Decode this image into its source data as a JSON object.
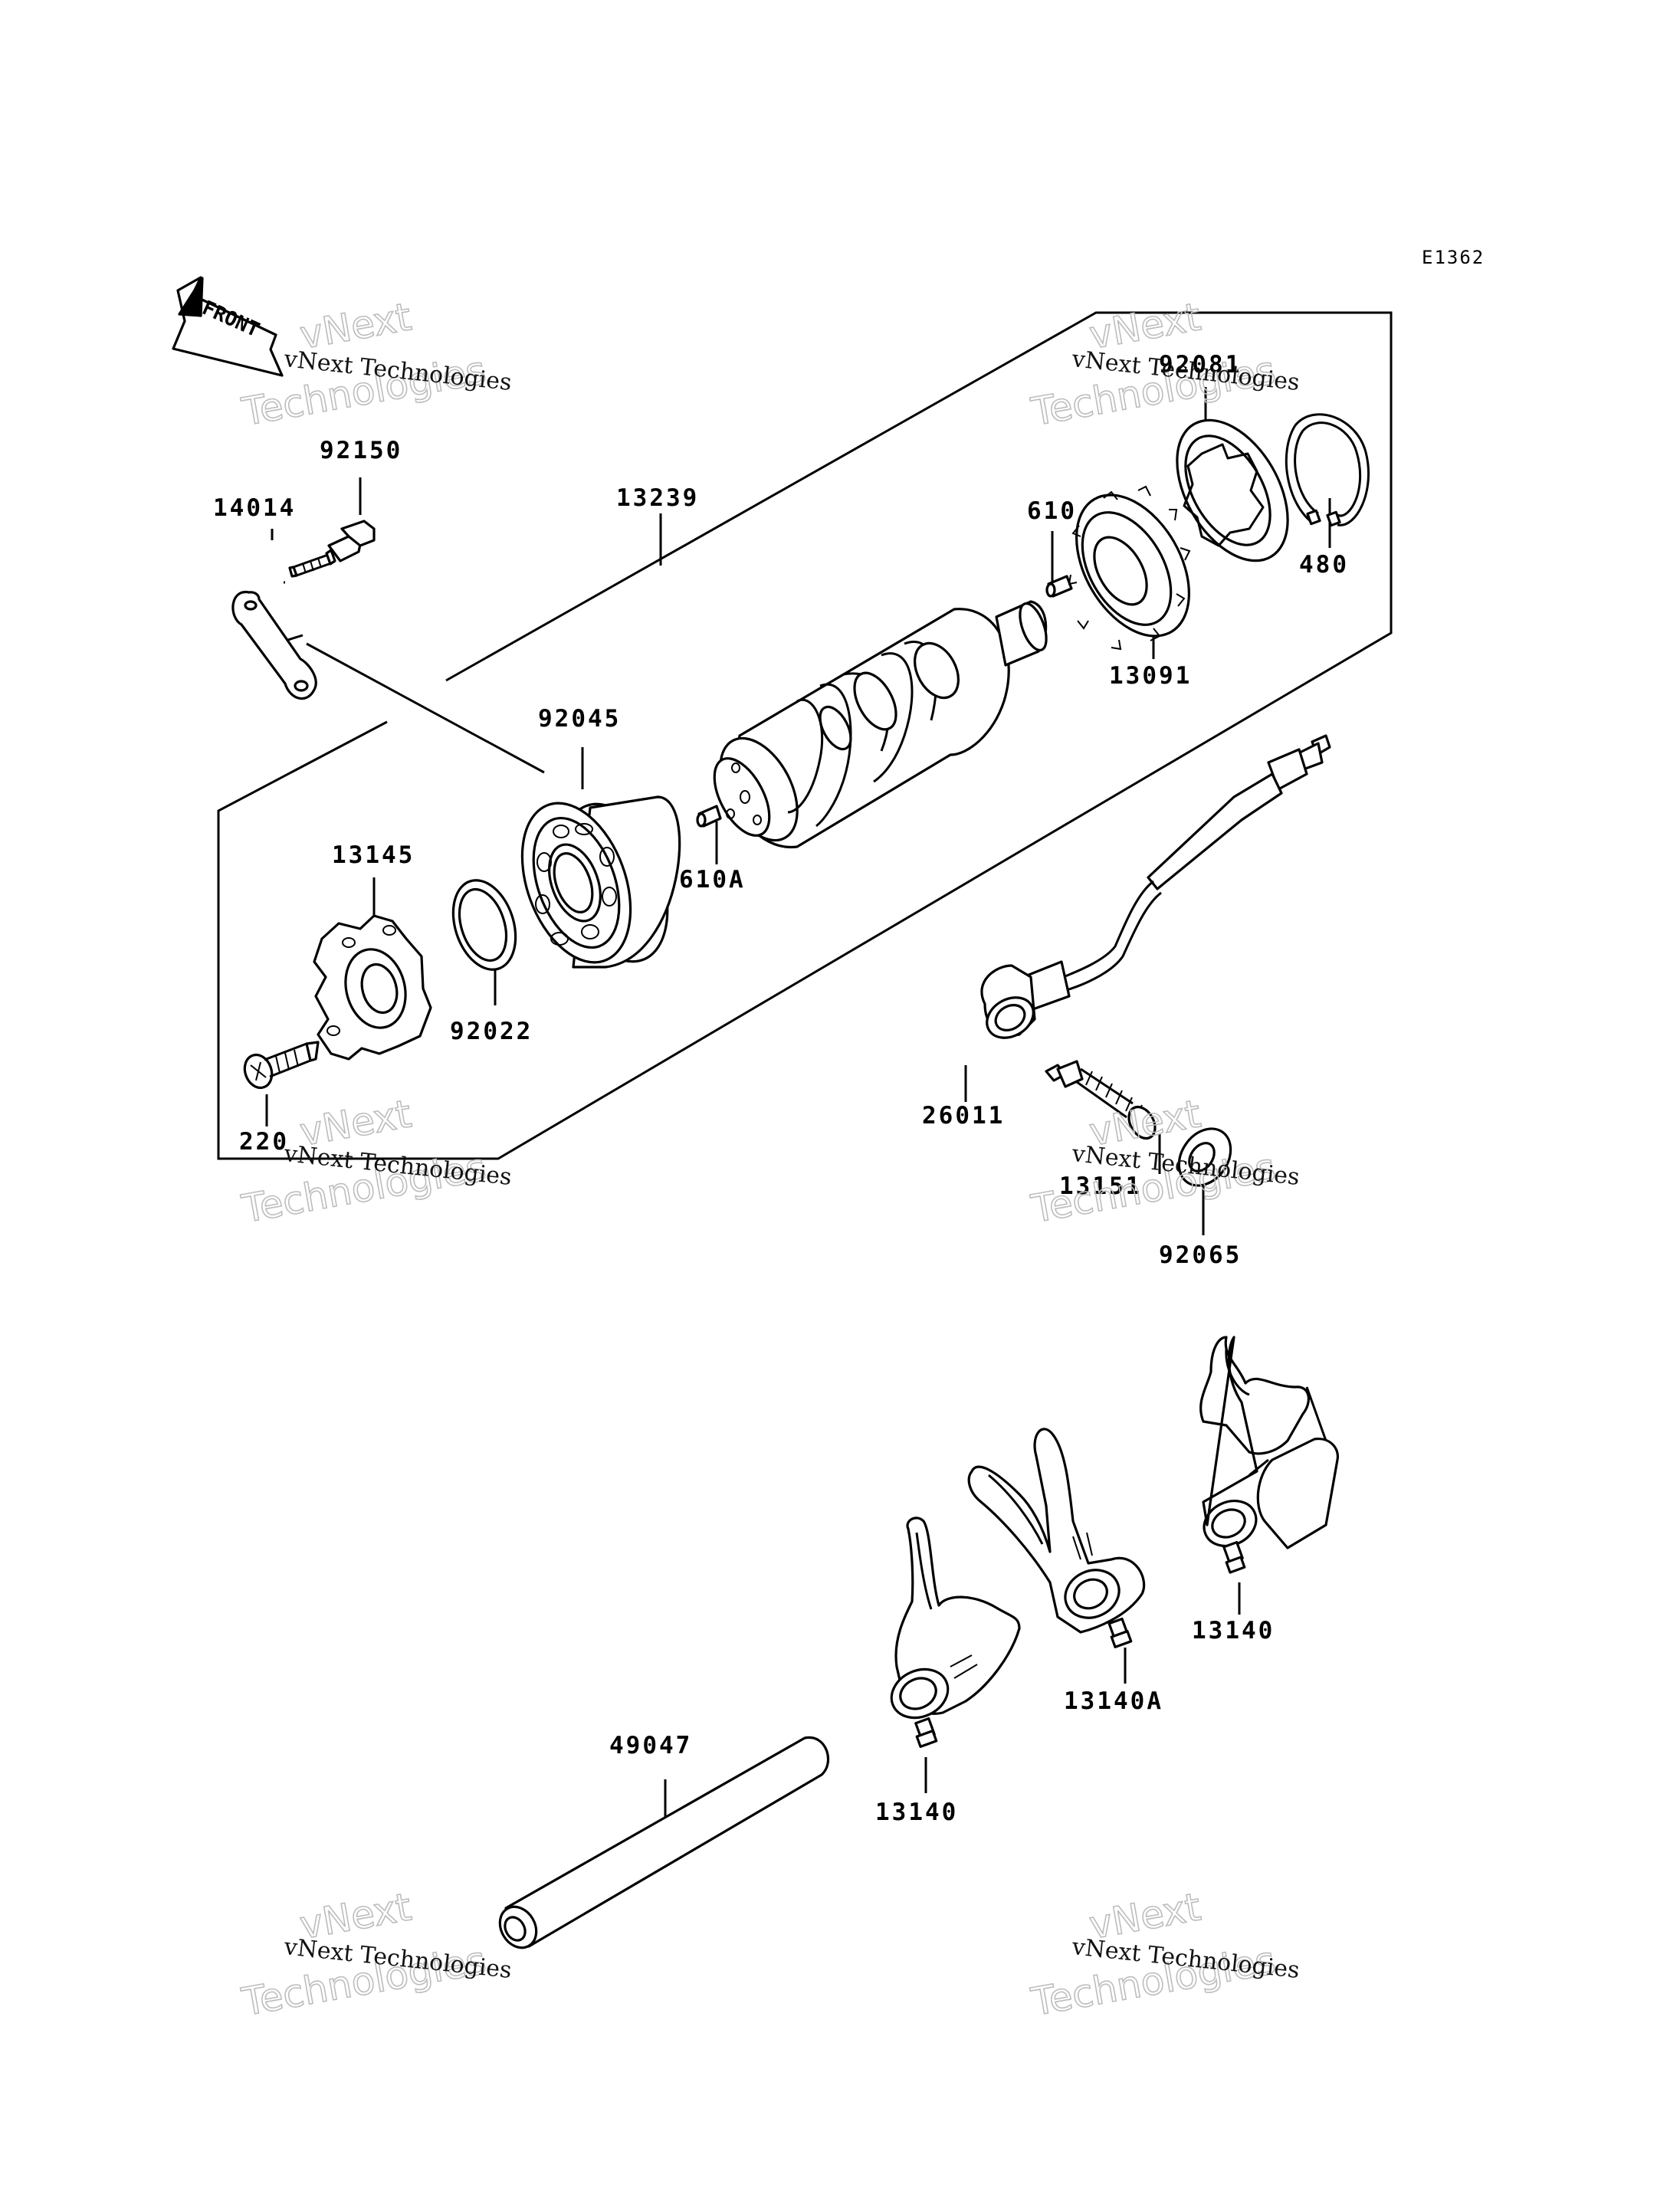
{
  "diagram": {
    "code": "E1362",
    "direction_label": "FRONT",
    "parts": [
      {
        "id": "92150",
        "label": "92150"
      },
      {
        "id": "14014",
        "label": "14014"
      },
      {
        "id": "13239",
        "label": "13239"
      },
      {
        "id": "92081",
        "label": "92081"
      },
      {
        "id": "610",
        "label": "610"
      },
      {
        "id": "480",
        "label": "480"
      },
      {
        "id": "13091",
        "label": "13091"
      },
      {
        "id": "92045",
        "label": "92045"
      },
      {
        "id": "610A",
        "label": "610A"
      },
      {
        "id": "13145",
        "label": "13145"
      },
      {
        "id": "92022",
        "label": "92022"
      },
      {
        "id": "220",
        "label": "220"
      },
      {
        "id": "26011",
        "label": "26011"
      },
      {
        "id": "13151",
        "label": "13151"
      },
      {
        "id": "92065",
        "label": "92065"
      },
      {
        "id": "13140_right",
        "label": "13140"
      },
      {
        "id": "13140A",
        "label": "13140A"
      },
      {
        "id": "13140_left",
        "label": "13140"
      },
      {
        "id": "49047",
        "label": "49047"
      }
    ]
  },
  "watermark": {
    "line1": "vNext",
    "line2": "Technologies",
    "caption": "vNext Technologies"
  }
}
